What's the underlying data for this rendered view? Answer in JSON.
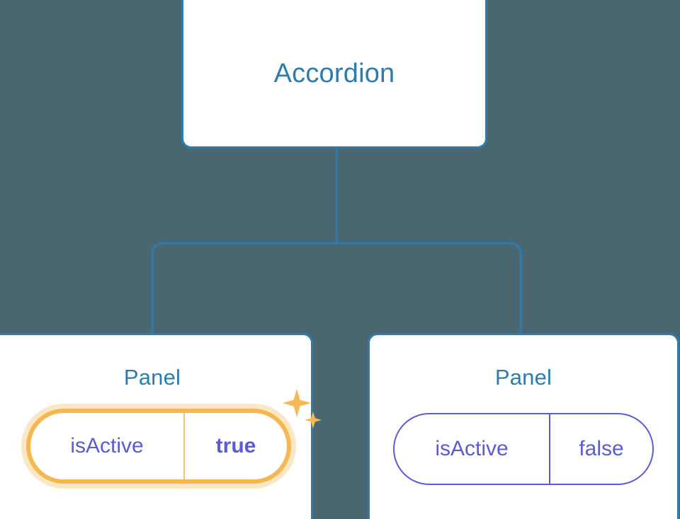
{
  "canvas": {
    "background_color": "#4a6670",
    "node_border_color": "#2e7cae",
    "node_fill_color": "#ffffff",
    "title_color": "#2e7cae",
    "prop_text_color": "#5b5bd6",
    "highlight_color": "#f5b74f",
    "highlight_glow_color": "#f7b95557",
    "connector_color": "#2e7cae"
  },
  "tree": {
    "root": {
      "title": "Accordion"
    },
    "children": [
      {
        "title": "Panel",
        "highlighted": true,
        "prop": {
          "key": "isActive",
          "value": "true"
        },
        "sparkle_icon": "sparkles-icon"
      },
      {
        "title": "Panel",
        "highlighted": false,
        "prop": {
          "key": "isActive",
          "value": "false"
        }
      }
    ]
  }
}
